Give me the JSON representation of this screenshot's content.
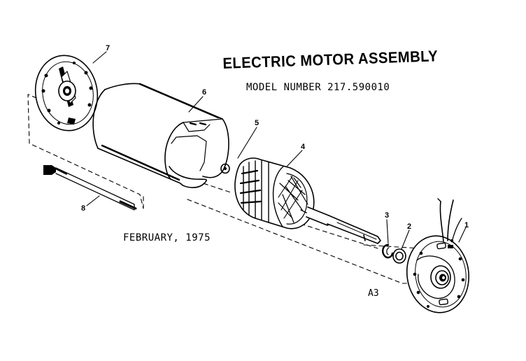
{
  "diagram": {
    "title": "ELECTRIC MOTOR ASSEMBLY",
    "model": "MODEL NUMBER 217.590010",
    "date": "FEBRUARY, 1975",
    "sheet_code": "A3",
    "parts": [
      {
        "number": "1"
      },
      {
        "number": "2"
      },
      {
        "number": "3"
      },
      {
        "number": "4"
      },
      {
        "number": "5"
      },
      {
        "number": "6"
      },
      {
        "number": "7"
      },
      {
        "number": "8"
      }
    ]
  }
}
